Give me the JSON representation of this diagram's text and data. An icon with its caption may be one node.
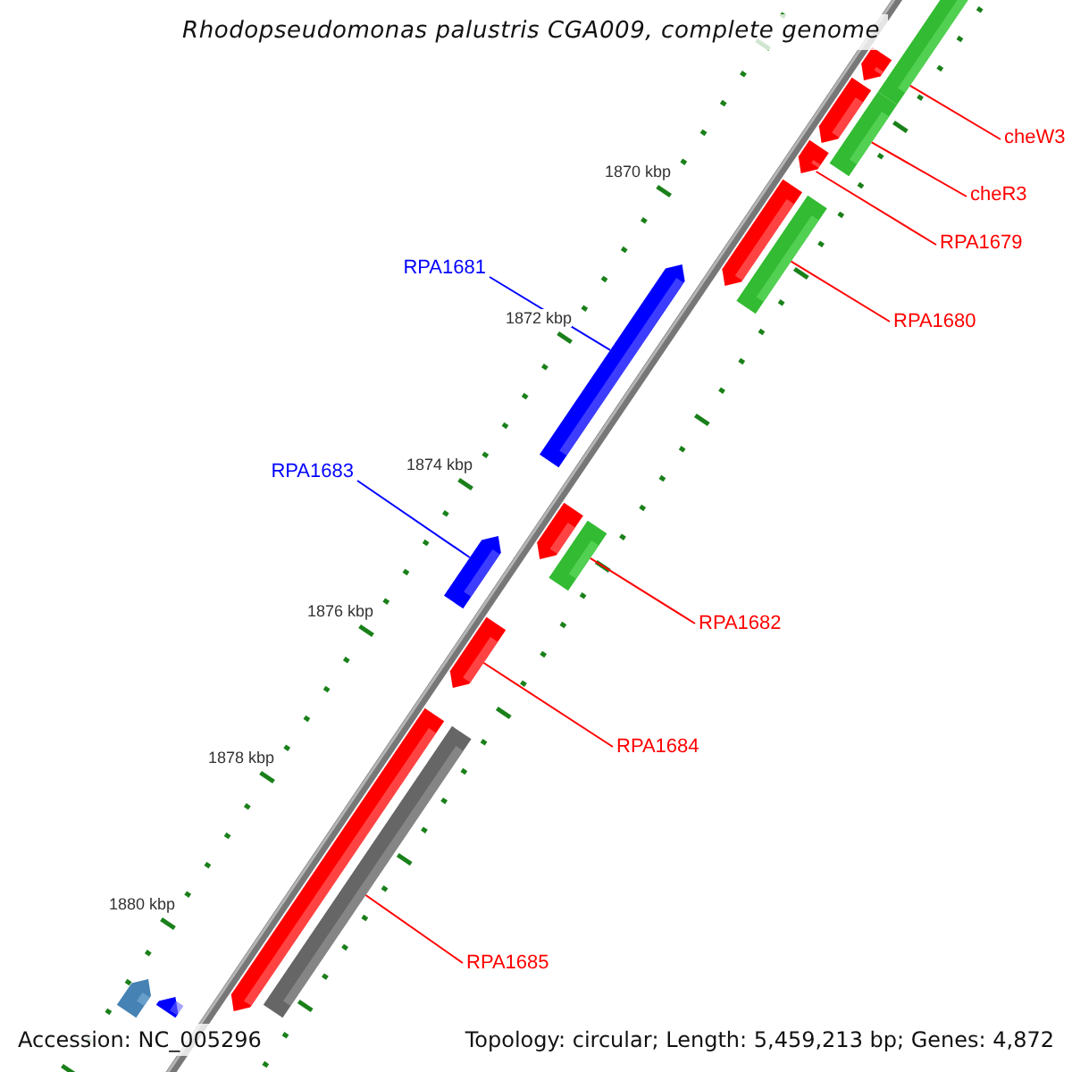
{
  "diagram": {
    "title": "Rhodopseudomonas palustris CGA009, complete genome",
    "nodes": [
      {
        "text": [
          "cheW3"
        ]
      },
      {
        "text": [
          "cheR3"
        ]
      },
      {
        "text": [
          "RPA1679"
        ]
      },
      {
        "text": [
          "RPA1680"
        ]
      },
      {
        "text": [
          "RPA1681"
        ]
      },
      {
        "text": [
          "RPA1683"
        ]
      },
      {
        "text": [
          "RPA1682"
        ]
      },
      {
        "text": [
          "RPA1684"
        ]
      },
      {
        "text": [
          "RPA1685"
        ]
      },
      {
        "text": [],
        "shape": "bar"
      },
      {
        "text": [],
        "shape": "bar"
      },
      {
        "text": [],
        "shape": "bar"
      },
      {
        "text": [],
        "shape": "bar"
      },
      {
        "text": [],
        "shape": "bar"
      },
      {
        "text": [],
        "shape": "bar"
      },
      {
        "text": [],
        "shape": "bar"
      },
      {
        "text": [],
        "shape": "bar"
      },
      {
        "text": [],
        "shape": "bar"
      },
      {
        "text": [],
        "shape": "bar"
      },
      {
        "text": [],
        "shape": "bar"
      },
      {
        "text": [],
        "shape": "bar"
      },
      {
        "text": [],
        "shape": "bar"
      },
      {
        "text": [],
        "shape": "bar"
      },
      {
        "text": [],
        "shape": "bar"
      },
      {
        "text": [],
        "shape": "bar"
      }
    ],
    "edges": [
      {
        "from": 0,
        "to": 10,
        "arrow": "none"
      },
      {
        "from": 1,
        "to": 12,
        "arrow": "none"
      },
      {
        "from": 2,
        "to": 13,
        "arrow": "none"
      },
      {
        "from": 3,
        "to": 15,
        "arrow": "none"
      },
      {
        "from": 4,
        "to": 16,
        "arrow": "none",
        "color": "#0000ff"
      },
      {
        "from": 5,
        "to": 19,
        "arrow": "none",
        "color": "#0000ff"
      },
      {
        "from": 6,
        "to": 18,
        "arrow": "none"
      },
      {
        "from": 7,
        "to": 20,
        "arrow": "none"
      },
      {
        "from": 8,
        "to": 22,
        "arrow": "none"
      }
    ],
    "labels": [
      "1870 kbp",
      "1872 kbp",
      "1874 kbp",
      "1876 kbp",
      "1878 kbp",
      "1880 kbp",
      "Accession: NC_005296",
      "Topology: circular; Length: 5,459,213 bp; Genes: 4,872"
    ]
  }
}
